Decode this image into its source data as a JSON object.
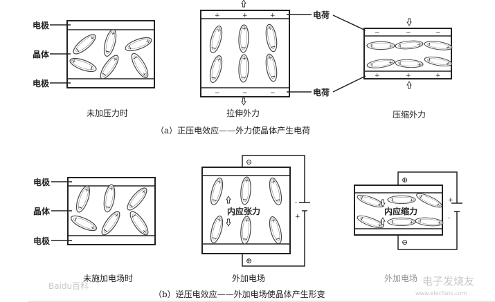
{
  "part_a": {
    "label_electrode_top": "电极",
    "label_crystal": "晶体",
    "label_electrode_bottom": "电极",
    "label_charge_top": "电荷",
    "label_charge_bottom": "电荷",
    "caption_no_pressure": "未加压力时",
    "caption_tension": "拉伸外力",
    "caption_compression": "压缩外力",
    "title": "（a）正压电效应——外力使晶体产生电荷",
    "sign_plus": "+",
    "sign_minus": "−"
  },
  "part_b": {
    "label_electrode_top": "电极",
    "label_crystal": "晶体",
    "label_electrode_bottom": "电极",
    "caption_no_field": "未施加电场时",
    "caption_field": "外加电场",
    "caption_field_2": "外加电场",
    "internal_tension": "内应张力",
    "internal_contraction": "内应缩力",
    "circle_minus": "⊖",
    "circle_plus": "⊕",
    "battery_plus": "+",
    "battery_minus": "-",
    "title": "（b）逆压电效应——外加电场使晶体产生形变"
  },
  "watermarks": {
    "baidu": "Baidu百科",
    "elecfans_name": "电子发烧友",
    "elecfans_url": "www.elecfans.com"
  }
}
